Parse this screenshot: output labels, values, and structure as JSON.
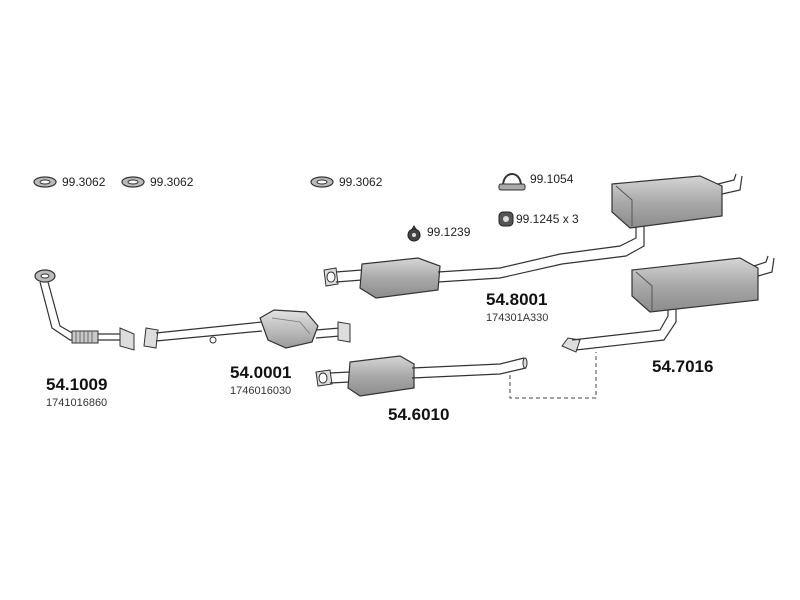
{
  "accessories": [
    {
      "code": "99.3062",
      "icon": "gasket-ring-icon"
    },
    {
      "code": "99.3062",
      "icon": "gasket-ring-icon"
    },
    {
      "code": "99.3062",
      "icon": "gasket-ring-icon"
    },
    {
      "code": "99.1054",
      "icon": "pipe-clamp-icon"
    },
    {
      "code": "99.1239",
      "icon": "rubber-hanger-icon"
    },
    {
      "code": "99.1245 x 3",
      "icon": "rubber-mount-icon"
    }
  ],
  "parts": [
    {
      "code": "54.1009",
      "oe": "1741016860",
      "name": "front-pipe"
    },
    {
      "code": "54.0001",
      "oe": "1746016030",
      "name": "catalytic-converter"
    },
    {
      "code": "54.6010",
      "oe": "",
      "name": "middle-silencer-variant"
    },
    {
      "code": "54.8001",
      "oe": "174301A330",
      "name": "middle-rear-silencer"
    },
    {
      "code": "54.7016",
      "oe": "",
      "name": "rear-silencer-variant"
    }
  ],
  "colors": {
    "background": "#ffffff",
    "pipe_stroke": "#333333",
    "muffler_fill": "#b5b5b5",
    "muffler_dark": "#8a8a8a"
  }
}
